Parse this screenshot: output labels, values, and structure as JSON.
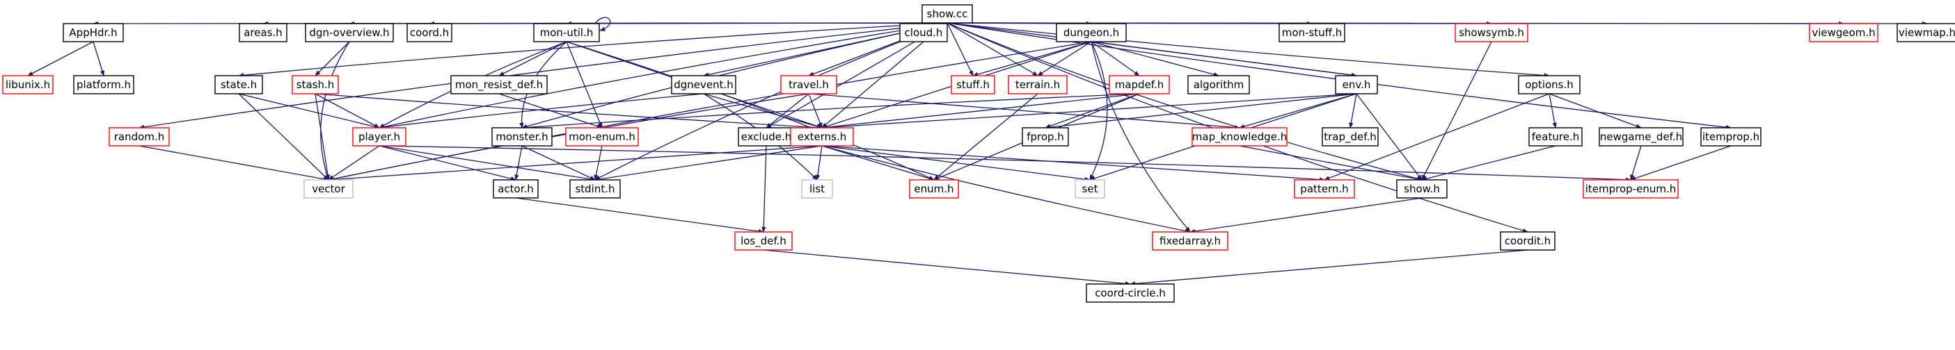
{
  "colors": {
    "edge": "#191970",
    "border_normal": "#000000",
    "border_red": "#ff0000",
    "border_grey": "#bfbfbf",
    "root_fill": "#bfbfbf",
    "text_normal": "#000000",
    "text_red": "#ff0000",
    "background": "#ffffff"
  },
  "nodes": {
    "show_cc": "show.cc",
    "apphdr_h": "AppHdr.h",
    "areas_h": "areas.h",
    "dgn_overview_h": "dgn-overview.h",
    "coord_h": "coord.h",
    "mon_util_h": "mon-util.h",
    "cloud_h": "cloud.h",
    "dungeon_h": "dungeon.h",
    "mon_stuff_h": "mon-stuff.h",
    "showsymb_h": "showsymb.h",
    "viewgeom_h": "viewgeom.h",
    "viewmap_h": "viewmap.h",
    "libunix_h": "libunix.h",
    "platform_h": "platform.h",
    "state_h": "state.h",
    "stash_h": "stash.h",
    "mon_resist_def_h": "mon_resist_def.h",
    "dgnevent_h": "dgnevent.h",
    "travel_h": "travel.h",
    "stuff_h": "stuff.h",
    "terrain_h": "terrain.h",
    "mapdef_h": "mapdef.h",
    "algorithm": "algorithm",
    "env_h": "env.h",
    "options_h": "options.h",
    "random_h": "random.h",
    "player_h": "player.h",
    "monster_h": "monster.h",
    "mon_enum_h": "mon-enum.h",
    "exclude_h": "exclude.h",
    "externs_h": "externs.h",
    "fprop_h": "fprop.h",
    "map_knowledge_h": "map_knowledge.h",
    "trap_def_h": "trap_def.h",
    "feature_h": "feature.h",
    "newgame_def_h": "newgame_def.h",
    "itemprop_h": "itemprop.h",
    "vector": "vector",
    "actor_h": "actor.h",
    "stdint_h": "stdint.h",
    "list": "list",
    "enum_h": "enum.h",
    "set": "set",
    "pattern_h": "pattern.h",
    "show_h": "show.h",
    "itemprop_enum_h": "itemprop-enum.h",
    "los_def_h": "los_def.h",
    "fixedarray_h": "fixedarray.h",
    "coordit_h": "coordit.h",
    "coord_circle_h": "coord-circle.h"
  }
}
